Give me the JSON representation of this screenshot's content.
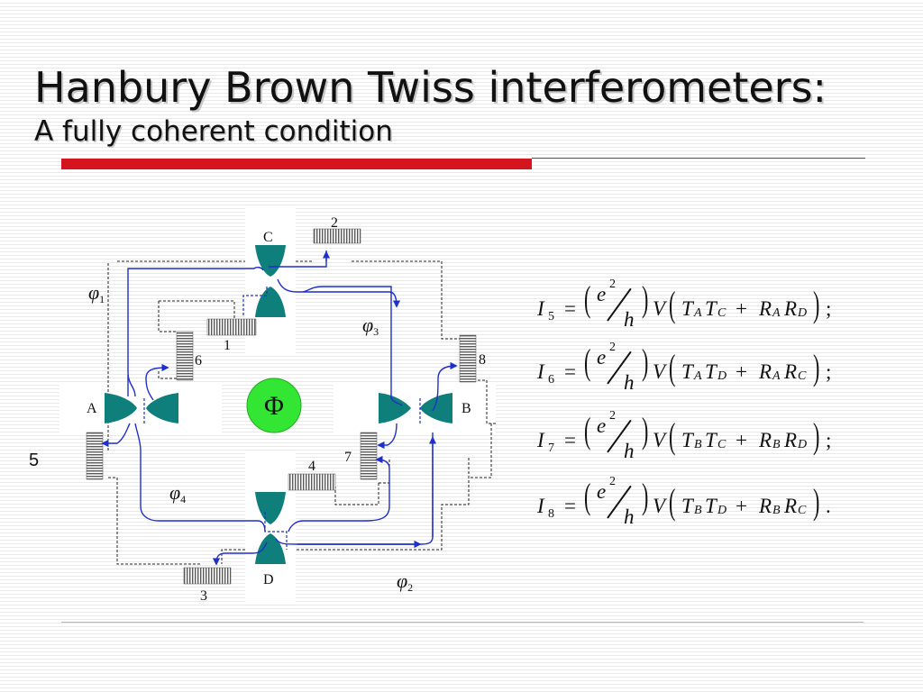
{
  "title": "Hanbury Brown Twiss interferometers:",
  "subtitle": "A fully coherent condition",
  "slide_number": "5",
  "colors": {
    "accent_bar": "#d4141e",
    "qpc_gate": "#0e7f7a",
    "edge_channel": "#1f2fcc",
    "flux_fill": "#33e633",
    "contact_hatch": "#5a5a5a"
  },
  "diagram": {
    "contacts": {
      "A": "A",
      "B": "B",
      "C": "C",
      "D": "D",
      "n1": "1",
      "n2": "2",
      "n3": "3",
      "n4": "4",
      "n5": "5",
      "n6": "6",
      "n7": "7",
      "n8": "8"
    },
    "phases": {
      "phi_symbol": "φ",
      "phi1": "1",
      "phi2": "2",
      "phi3": "3",
      "phi4": "4"
    },
    "flux_symbol": "Φ"
  },
  "equations": [
    {
      "lhs_index": "5",
      "pair1": [
        "A",
        "C"
      ],
      "pair2": [
        "A",
        "D"
      ],
      "end": ";"
    },
    {
      "lhs_index": "6",
      "pair1": [
        "A",
        "D"
      ],
      "pair2": [
        "A",
        "C"
      ],
      "end": ";"
    },
    {
      "lhs_index": "7",
      "pair1": [
        "B",
        "C"
      ],
      "pair2": [
        "B",
        "D"
      ],
      "end": ";"
    },
    {
      "lhs_index": "8",
      "pair1": [
        "B",
        "D"
      ],
      "pair2": [
        "B",
        "C"
      ],
      "end": "."
    }
  ],
  "eq_symbols": {
    "I": "I",
    "e": "e",
    "exp": "2",
    "h": "h",
    "V": "V",
    "T": "T",
    "R": "R",
    "eq": "=",
    "plus": "+"
  }
}
